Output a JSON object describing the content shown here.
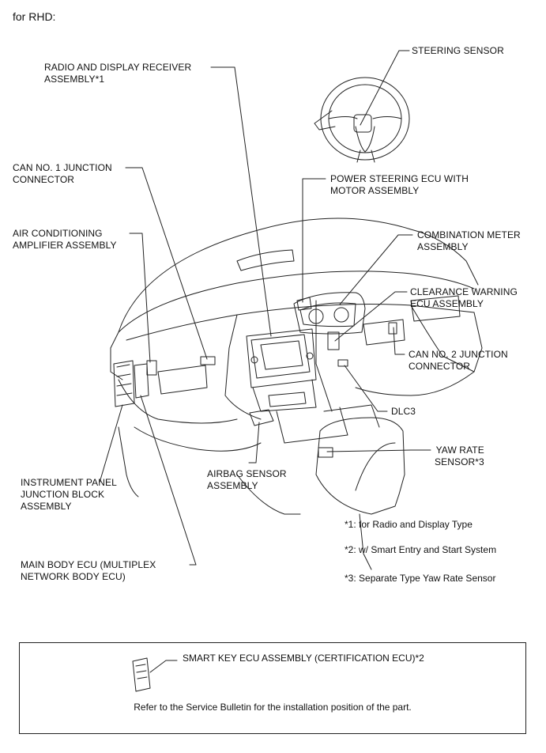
{
  "header": "for RHD:",
  "labels": {
    "steering_sensor": [
      "STEERING SENSOR"
    ],
    "radio_display": [
      "RADIO AND DISPLAY RECEIVER",
      "ASSEMBLY*1"
    ],
    "can1": [
      "CAN NO. 1 JUNCTION",
      "CONNECTOR"
    ],
    "power_steering": [
      "POWER STEERING ECU WITH",
      "MOTOR ASSEMBLY"
    ],
    "air_conditioning": [
      "AIR CONDITIONING",
      "AMPLIFIER ASSEMBLY"
    ],
    "combination_meter": [
      "COMBINATION METER",
      "ASSEMBLY"
    ],
    "clearance_warning": [
      "CLEARANCE WARNING",
      "ECU ASSEMBLY"
    ],
    "can2": [
      "CAN NO. 2 JUNCTION",
      "CONNECTOR"
    ],
    "dlc3": [
      "DLC3"
    ],
    "yaw_rate": [
      "YAW RATE",
      "SENSOR*3"
    ],
    "airbag": [
      "AIRBAG SENSOR",
      "ASSEMBLY"
    ],
    "instrument_panel": [
      "INSTRUMENT PANEL",
      "JUNCTION BLOCK",
      "ASSEMBLY"
    ],
    "main_body": [
      "MAIN BODY ECU (MULTIPLEX",
      "NETWORK BODY ECU)"
    ]
  },
  "notes": [
    "*1: for Radio and Display Type",
    "*2: w/ Smart Entry and Start System",
    "*3: Separate Type Yaw Rate Sensor"
  ],
  "smart_key_box": {
    "label": "SMART KEY ECU ASSEMBLY (CERTIFICATION ECU)*2",
    "reference": "Refer to the Service Bulletin for the installation position of the part."
  }
}
